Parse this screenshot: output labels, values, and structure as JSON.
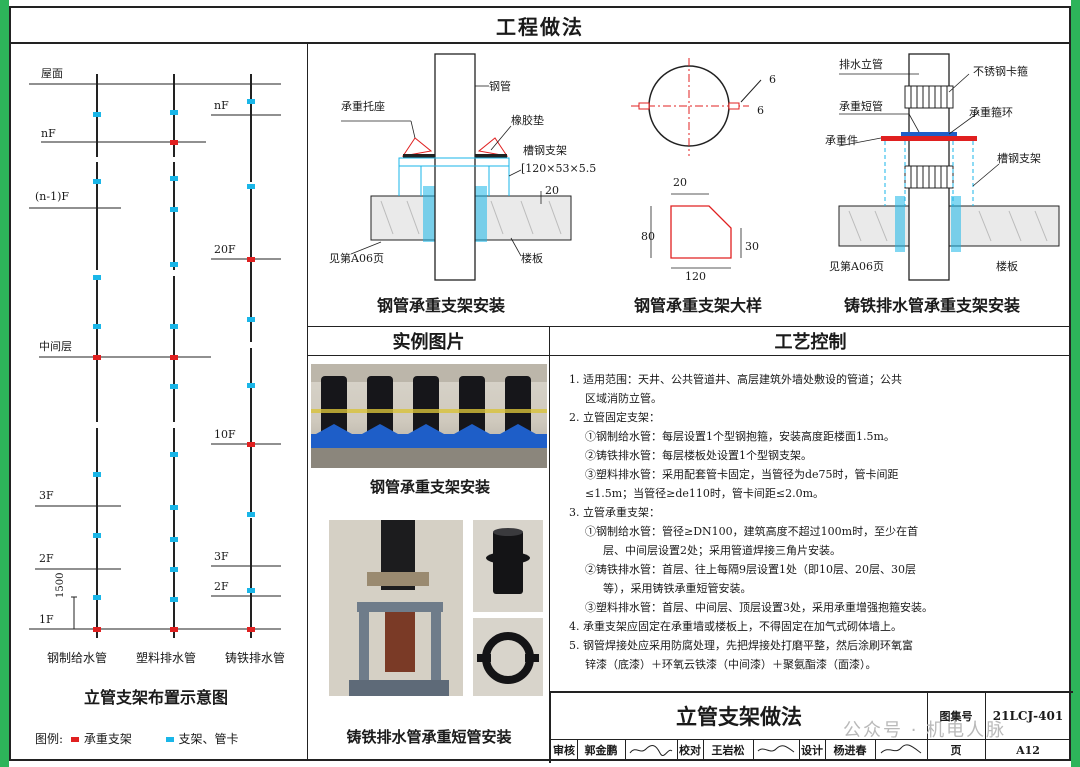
{
  "title": "工程做法",
  "layout_diagram": {
    "floor_labels": [
      "屋面",
      "nF",
      "(n-1)F",
      "中间层",
      "3F",
      "2F",
      "1F"
    ],
    "col3_labels": [
      "nF",
      "20F",
      "10F",
      "3F",
      "2F"
    ],
    "dimension": "1500",
    "pipe_labels": [
      "钢制给水管",
      "塑料排水管",
      "铸铁排水管"
    ],
    "caption": "立管支架布置示意图",
    "legend_prefix": "图例:",
    "legend_red": "承重支架",
    "legend_blue": "支架、管卡"
  },
  "steel_install": {
    "labels": {
      "bearing_seat": "承重托座",
      "steel_pipe": "钢管",
      "rubber_pad": "橡胶垫",
      "channel_bracket": "槽钢支架",
      "channel_spec": "[120×53×5.5",
      "dim_20": "20",
      "see_page": "见第A06页",
      "floor_slab": "楼板"
    },
    "caption": "钢管承重支架安装"
  },
  "bracket_detail": {
    "labels": {
      "dim_6a": "6",
      "dim_6b": "6",
      "dim_20": "20",
      "dim_80": "80",
      "dim_30": "30",
      "dim_120": "120"
    },
    "caption": "钢管承重支架大样"
  },
  "iron_install": {
    "labels": {
      "drain_riser": "排水立管",
      "ss_clamp": "不锈钢卡箍",
      "short_pipe": "承重短管",
      "bearing_ring": "承重箍环",
      "bearing_part": "承重件",
      "channel_bracket": "槽钢支架",
      "see_page": "见第A06页",
      "floor_slab": "楼板"
    },
    "caption": "铸铁排水管承重支架安装"
  },
  "photos": {
    "header": "实例图片",
    "caption1": "钢管承重支架安装",
    "caption2": "铸铁排水管承重短管安装"
  },
  "process": {
    "header": "工艺控制",
    "lines": [
      {
        "text": "1. 适用范围：天井、公共管道井、高层建筑外墙处敷设的管道；公共",
        "indent": 0
      },
      {
        "text": "区域消防立管。",
        "indent": 1
      },
      {
        "text": "2. 立管固定支架：",
        "indent": 0
      },
      {
        "text": "①钢制给水管：每层设置1个型钢抱箍，安装高度距楼面1.5m。",
        "indent": 1
      },
      {
        "text": "②铸铁排水管：每层楼板处设置1个型钢支架。",
        "indent": 1
      },
      {
        "text": "③塑料排水管：采用配套管卡固定，当管径为de75时，管卡间距",
        "indent": 1
      },
      {
        "text": "≤1.5m；当管径≥de110时，管卡间距≤2.0m。",
        "indent": 1
      },
      {
        "text": "3. 立管承重支架：",
        "indent": 0
      },
      {
        "text": "①钢制给水管：管径≥DN100，建筑高度不超过100m时，至少在首",
        "indent": 1
      },
      {
        "text": "层、中间层设置2处；采用管道焊接三角片安装。",
        "indent": 2
      },
      {
        "text": "②铸铁排水管：首层、往上每隔9层设置1处（即10层、20层、30层",
        "indent": 1
      },
      {
        "text": "等），采用铸铁承重短管安装。",
        "indent": 2
      },
      {
        "text": "③塑料排水管：首层、中间层、顶层设置3处，采用承重增强抱箍安装。",
        "indent": 1
      },
      {
        "text": "4. 承重支架应固定在承重墙或楼板上，不得固定在加气式砌体墙上。",
        "indent": 0
      },
      {
        "text": "5. 钢管焊接处应采用防腐处理，先把焊接处打磨平整，然后涂刷环氧富",
        "indent": 0
      },
      {
        "text": "锌漆（底漆）＋环氧云铁漆（中间漆）＋聚氨酯漆（面漆）。",
        "indent": 1
      }
    ]
  },
  "title_block": {
    "name": "立管支架做法",
    "atlas_label": "图集号",
    "atlas_no": "21LCJ-401",
    "review_label": "审核",
    "reviewer": "郭金鹏",
    "check_label": "校对",
    "checker": "王岩松",
    "design_label": "设计",
    "designer": "杨进春",
    "page_label": "页",
    "page_no": "A12"
  },
  "watermark": "公众号 · 机电人脉",
  "colors": {
    "green_margin": "#2db45a",
    "red_mark": "#e02020",
    "blue_mark": "#1ab6e8",
    "insulation": "#16161a",
    "bracket_blue": "#1e5ec8"
  }
}
